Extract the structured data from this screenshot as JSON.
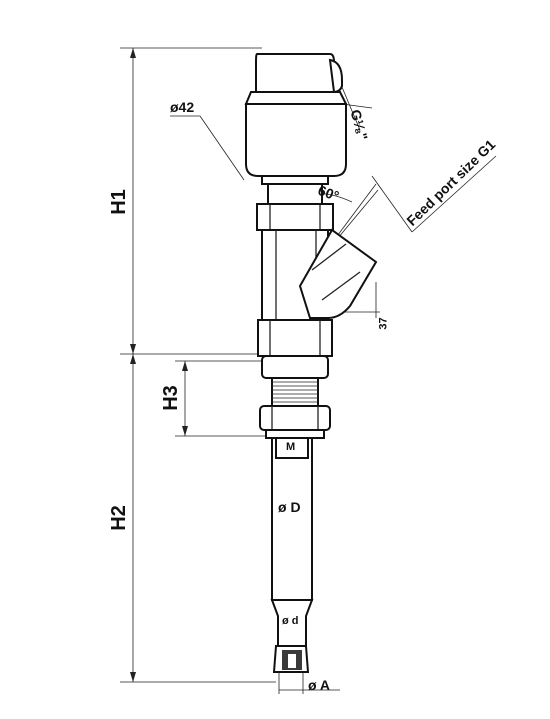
{
  "dimensions": {
    "h1": "H1",
    "h2": "H2",
    "h3": "H3",
    "diameter_head": "ø42",
    "thread_top": "G¹⁄₈\"",
    "feed_angle": "60°",
    "feed_port": "Feed port size G1",
    "offset_37": "37",
    "thread_m": "M",
    "diameter_d_big": "ø D",
    "diameter_d_small": "ø d",
    "diameter_a": "ø A"
  }
}
